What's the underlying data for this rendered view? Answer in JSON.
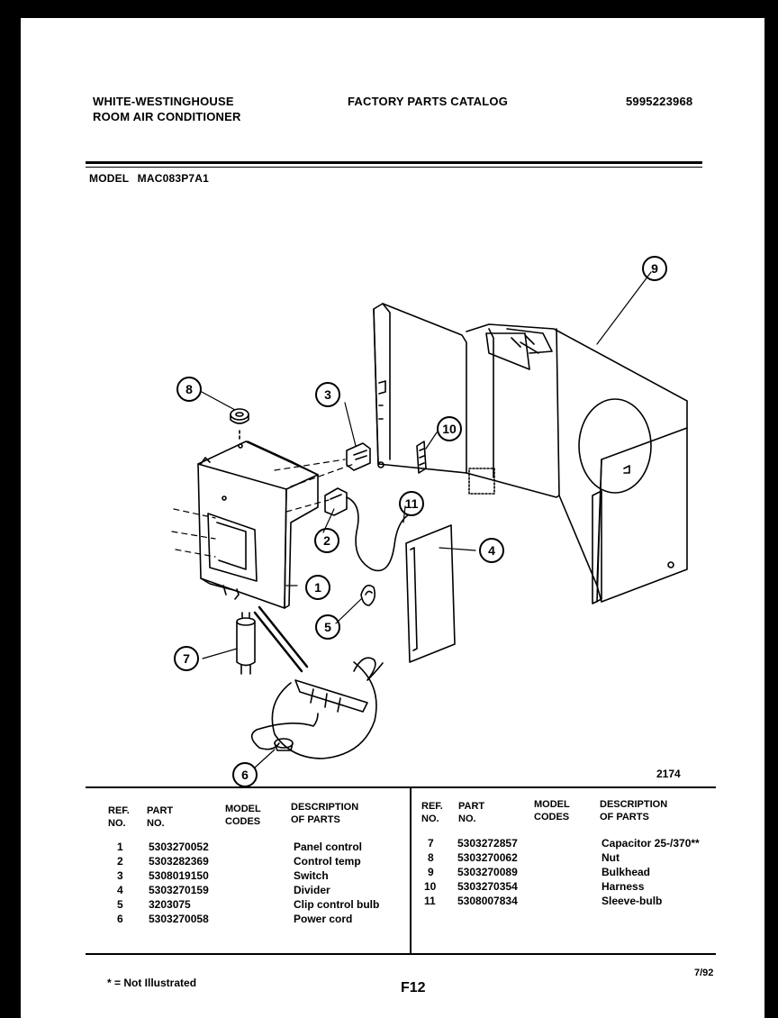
{
  "header": {
    "brand_line1": "WHITE-WESTINGHOUSE",
    "brand_line2": "ROOM AIR CONDITIONER",
    "catalog_title": "FACTORY PARTS CATALOG",
    "catalog_number": "5995223968",
    "model_label": "MODEL",
    "model_number": "MAC083P7A1"
  },
  "diagram": {
    "figure_number": "2174",
    "callouts": [
      "1",
      "2",
      "3",
      "4",
      "5",
      "6",
      "7",
      "8",
      "9",
      "10",
      "11"
    ]
  },
  "table": {
    "headers": {
      "ref": [
        "REF.",
        "NO."
      ],
      "part": [
        "PART",
        "NO."
      ],
      "codes": [
        "MODEL",
        "CODES"
      ],
      "desc": [
        "DESCRIPTION",
        "OF PARTS"
      ]
    },
    "left_rows": [
      {
        "ref": "1",
        "part": "5303270052",
        "desc": "Panel control"
      },
      {
        "ref": "2",
        "part": "5303282369",
        "desc": "Control temp"
      },
      {
        "ref": "3",
        "part": "5308019150",
        "desc": "Switch"
      },
      {
        "ref": "4",
        "part": "5303270159",
        "desc": "Divider"
      },
      {
        "ref": "5",
        "part": "3203075",
        "desc": "Clip control bulb"
      },
      {
        "ref": "6",
        "part": "5303270058",
        "desc": "Power cord"
      }
    ],
    "right_rows": [
      {
        "ref": "7",
        "part": "5303272857",
        "desc": "Capacitor 25-/370**"
      },
      {
        "ref": "8",
        "part": "5303270062",
        "desc": "Nut"
      },
      {
        "ref": "9",
        "part": "5303270089",
        "desc": "Bulkhead"
      },
      {
        "ref": "10",
        "part": "5303270354",
        "desc": "Harness"
      },
      {
        "ref": "11",
        "part": "5308007834",
        "desc": "Sleeve-bulb"
      }
    ]
  },
  "footer": {
    "note": "* = Not Illustrated",
    "page": "F12",
    "date": "7/92"
  }
}
